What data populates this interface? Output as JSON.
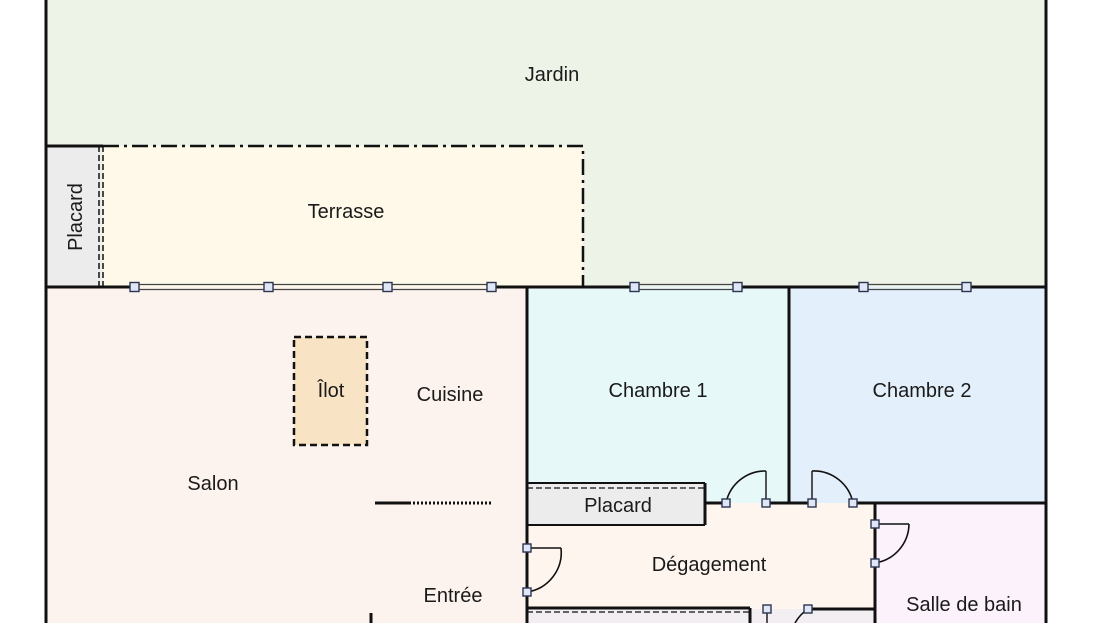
{
  "rooms": {
    "jardin": "Jardin",
    "terrasse": "Terrasse",
    "placard_top": "Placard",
    "ilot": "Îlot",
    "cuisine": "Cuisine",
    "salon": "Salon",
    "entree": "Entrée",
    "chambre1": "Chambre 1",
    "chambre2": "Chambre 2",
    "placard_mid": "Placard",
    "degagement": "Dégagement",
    "salle_de_bain": "Salle de bain"
  },
  "colors": {
    "jardin": "#eef3e8",
    "terrasse": "#fef9e8",
    "placard": "#ececec",
    "salon": "#fdf3ee",
    "ilot": "#f8e3c4",
    "chambre1": "#e6f8f8",
    "chambre2": "#e3effa",
    "degagement": "#fdf5ee",
    "salle_de_bain": "#fcf2fc",
    "wall": "#111111",
    "window_node": "#dfe6f5"
  }
}
